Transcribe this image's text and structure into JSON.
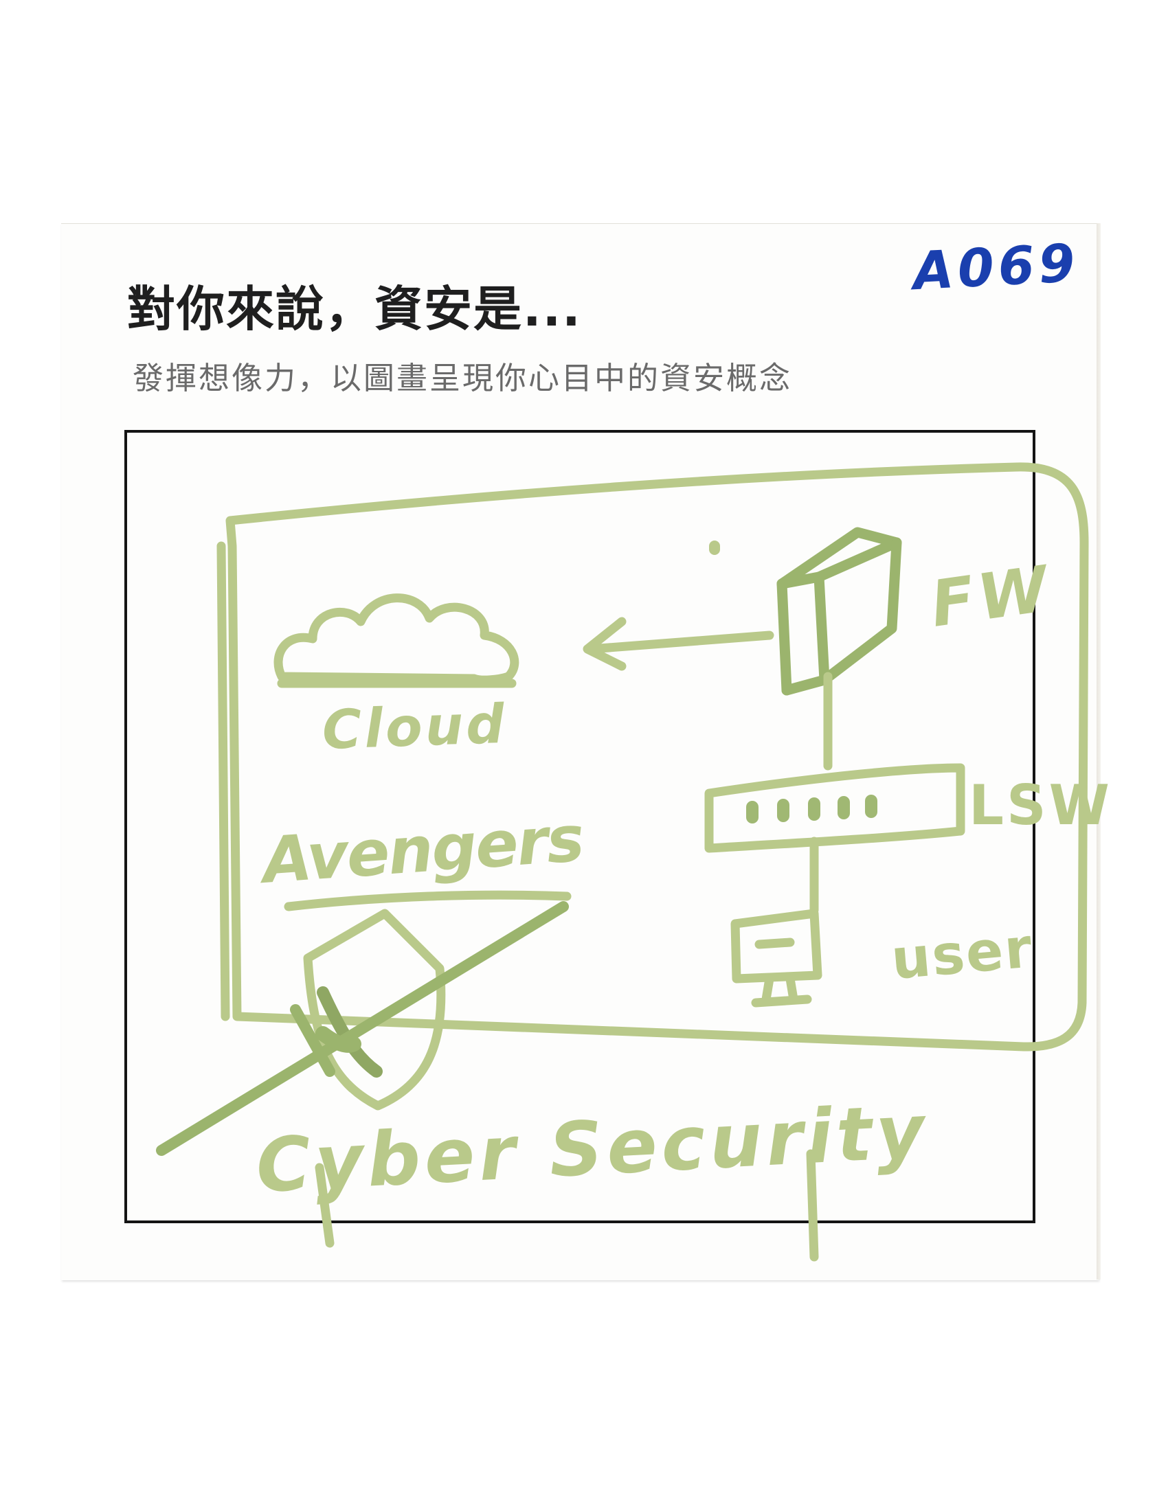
{
  "card": {
    "title": "對你來說，資安是...",
    "subtitle": "發揮想像力，以圖畫呈現你心目中的資安概念",
    "card_id": "A069"
  },
  "drawing": {
    "ink_color": "#b9c98a",
    "ink_dark": "#8fa763",
    "labels": {
      "cloud": "Cloud",
      "firewall": "FW",
      "switch": "LSW",
      "user": "user",
      "team": "Avengers",
      "footer": "Cyber Security"
    },
    "icons": [
      "cloud-icon",
      "firewall-icon",
      "switch-icon",
      "monitor-icon",
      "shield-icon",
      "sword-icon"
    ]
  }
}
